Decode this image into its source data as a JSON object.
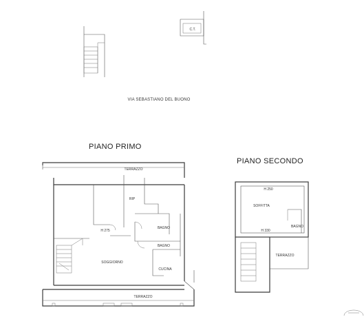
{
  "street_label": "VIA SEBASTIANO DEL BUONO",
  "top_box_label": "C.T.",
  "floors": {
    "first": {
      "title": "PIANO PRIMO",
      "rooms": {
        "terrace_top": "TERRAZZO",
        "rip": "RIP",
        "h275": "H 275",
        "bath1": "BAGNO",
        "bath2": "BAGNO",
        "living": "SOGGIORNO",
        "kitchen": "CUCINA",
        "terrace_bottom": "TERRAZZO"
      }
    },
    "second": {
      "title": "PIANO SECONDO",
      "rooms": {
        "h250": "H 250",
        "attic": "SOFFITTA",
        "h330": "H 330",
        "bath": "BAGNO",
        "terrace": "TERRAZZO"
      }
    }
  }
}
